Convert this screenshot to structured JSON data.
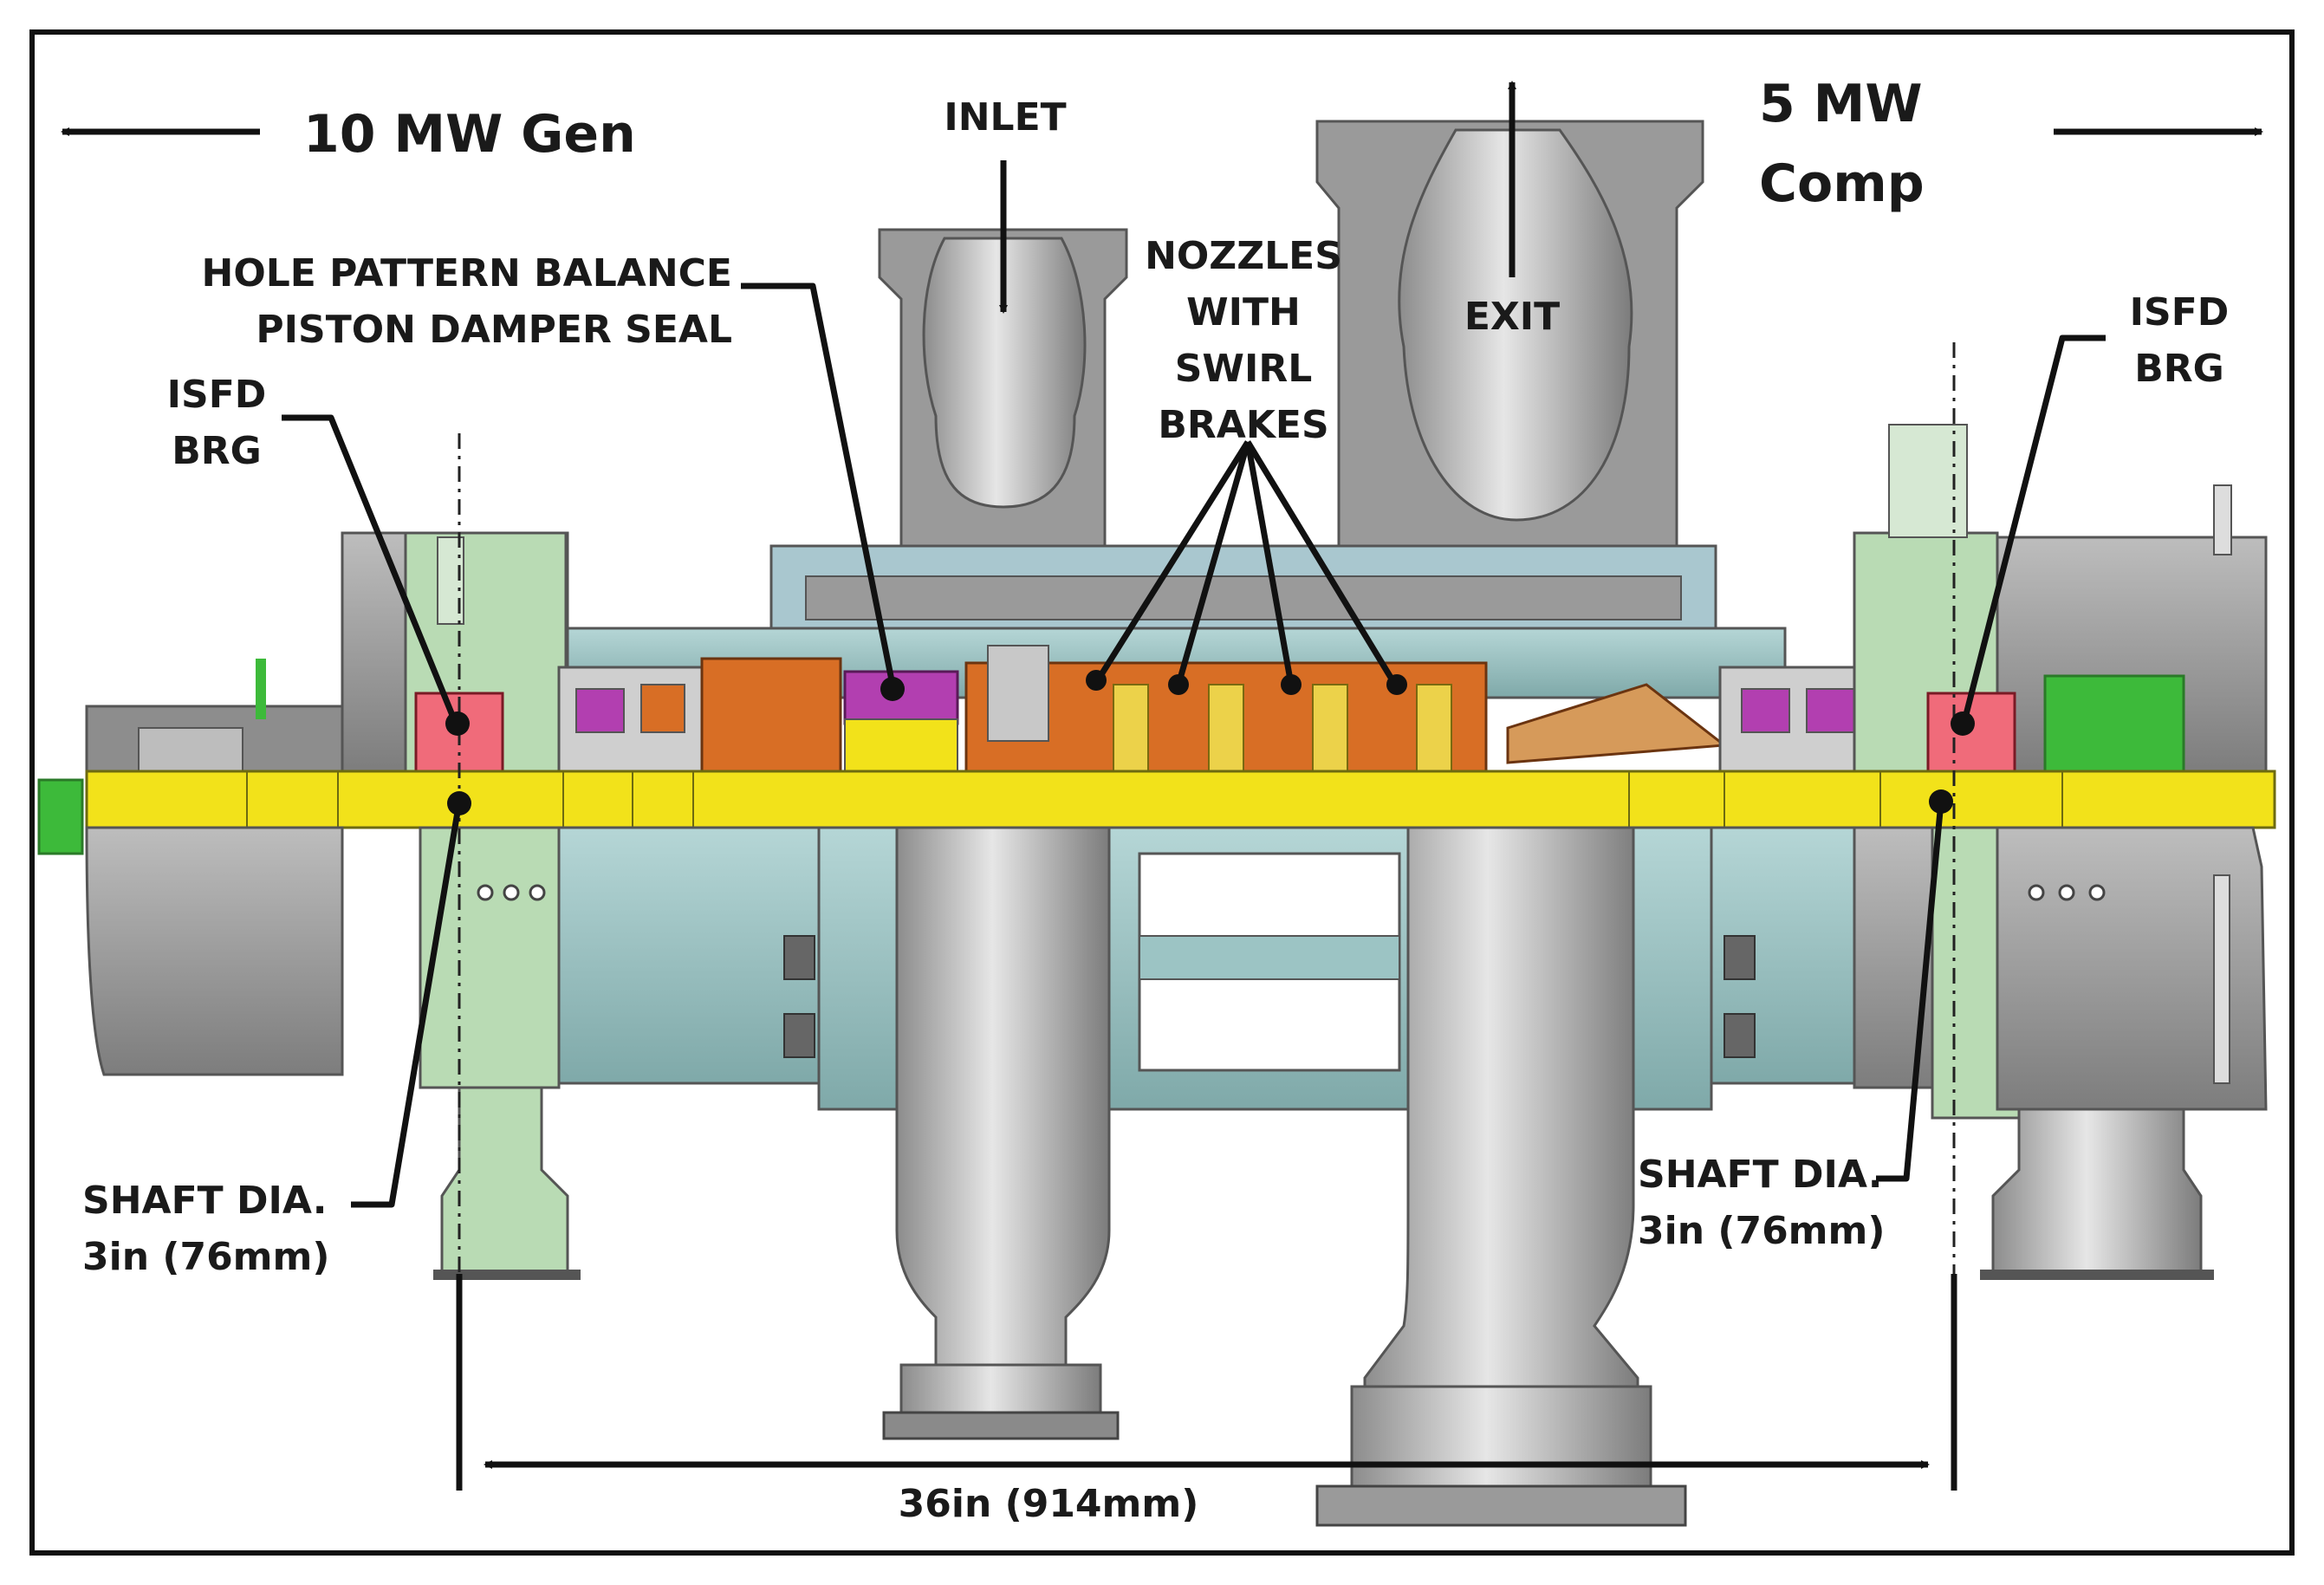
{
  "labels": {
    "gen": "10 MW Gen",
    "comp_line1": "5 MW",
    "comp_line2": "Comp",
    "inlet": "INLET",
    "exit": "EXIT",
    "hole_line1": "HOLE PATTERN BALANCE",
    "hole_line2": "PISTON DAMPER SEAL",
    "nozzles_line1": "NOZZLES",
    "nozzles_line2": "WITH",
    "nozzles_line3": "SWIRL",
    "nozzles_line4": "BRAKES",
    "isfd_left_line1": "ISFD",
    "isfd_left_line2": "BRG",
    "isfd_right_line1": "ISFD",
    "isfd_right_line2": "BRG",
    "shaft_left_line1": "SHAFT DIA.",
    "shaft_left_line2": "3in (76mm)",
    "shaft_right_line1": "SHAFT DIA.",
    "shaft_right_line2": "3in (76mm)",
    "span": "36in (914mm)"
  },
  "colors": {
    "shaft": "#f2e21a",
    "casing_gray": "#9a9a9a",
    "light_gray": "#c8c8c8",
    "bearing_green": "#b9dbb4",
    "housing_teal": "#9cc4c4",
    "impeller_orange": "#d86e25",
    "seal_magenta": "#b23fb0",
    "bearing_pink": "#f06b7a",
    "coupling_green": "#3dba3a"
  }
}
